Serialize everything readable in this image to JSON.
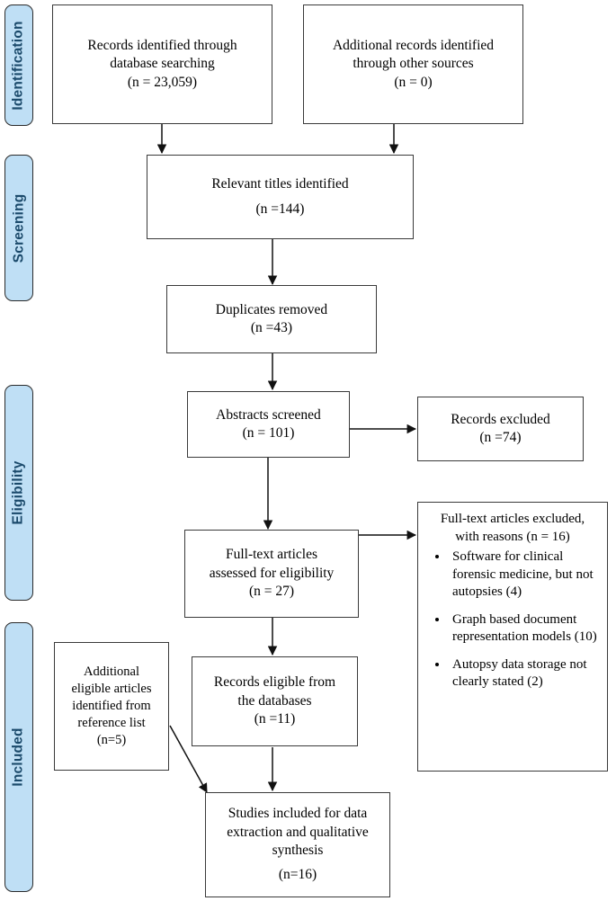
{
  "diagram": {
    "type": "prisma-flow-diagram",
    "accent_color": "#bfdff5",
    "accent_text_color": "#1b4a6b",
    "box_border_color": "#3a3a3a"
  },
  "stages": [
    {
      "id": "identification",
      "label": "Identification"
    },
    {
      "id": "screening",
      "label": "Screening"
    },
    {
      "id": "eligibility",
      "label": "Eligibility"
    },
    {
      "id": "included",
      "label": "Included"
    }
  ],
  "nodes": {
    "records_identified": {
      "line1": "Records identified through",
      "line2": "database searching",
      "count": "(n = 23,059)"
    },
    "additional_records": {
      "line1": "Additional records identified",
      "line2": "through other sources",
      "count": "(n = 0)"
    },
    "relevant_titles": {
      "line1": "Relevant titles identified",
      "count": "(n =144)"
    },
    "duplicates_removed": {
      "line1": "Duplicates removed",
      "count": "(n =43)"
    },
    "abstracts_screened": {
      "line1": "Abstracts screened",
      "count": "(n = 101)"
    },
    "records_excluded": {
      "line1": "Records excluded",
      "count": "(n =74)"
    },
    "fulltext_assessed": {
      "line1": "Full-text articles",
      "line2": "assessed for eligibility",
      "count": "(n = 27)"
    },
    "fulltext_excluded": {
      "head1": "Full-text articles excluded,",
      "head2": "with reasons (n = 16)",
      "reasons": [
        "Software for clinical forensic medicine, but not autopsies (4)",
        "Graph based document representation models (10)",
        "Autopsy data storage not clearly stated (2)"
      ]
    },
    "additional_eligible": {
      "line1": "Additional",
      "line2": "eligible articles",
      "line3": "identified from",
      "line4": "reference  list",
      "count": "(n=5)"
    },
    "records_eligible": {
      "line1": "Records eligible from",
      "line2": "the databases",
      "count": "(n =11)"
    },
    "studies_included": {
      "line1": "Studies included for data",
      "line2": "extraction and qualitative",
      "line3": "synthesis",
      "count": "(n=16)"
    }
  }
}
